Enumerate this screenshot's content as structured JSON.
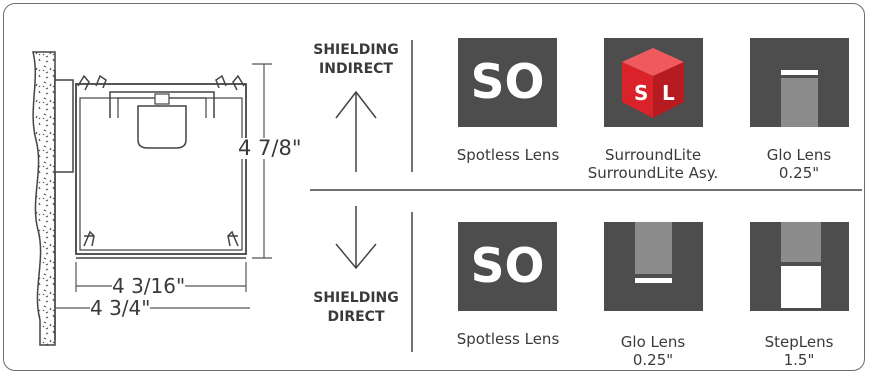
{
  "fixture": {
    "height_dim": "4 7/8\"",
    "inner_width_dim": "4 3/16\"",
    "outer_width_dim": "4 3/4\""
  },
  "indirect": {
    "label_line1": "SHIELDING",
    "label_line2": "INDIRECT",
    "options": [
      {
        "icon": "so",
        "icon_text": "SO",
        "caption": [
          "Spotless Lens"
        ]
      },
      {
        "icon": "surroundlite-cube",
        "icon_text_s": "S",
        "icon_text_l": "L",
        "caption": [
          "SurroundLite",
          "SurroundLite Asy."
        ]
      },
      {
        "icon": "glo-lens-up",
        "caption": [
          "Glo Lens",
          "0.25\""
        ]
      }
    ]
  },
  "direct": {
    "label_line1": "SHIELDING",
    "label_line2": "DIRECT",
    "options": [
      {
        "icon": "so",
        "icon_text": "SO",
        "caption": [
          "Spotless Lens"
        ]
      },
      {
        "icon": "glo-lens-down",
        "caption": [
          "Glo Lens",
          "0.25\""
        ]
      },
      {
        "icon": "steplens-down",
        "caption": [
          "StepLens",
          "1.5\""
        ]
      }
    ]
  },
  "colors": {
    "swatch": "#4d4d4d",
    "text": "#3a3a3a",
    "cube": "#d9222a"
  }
}
